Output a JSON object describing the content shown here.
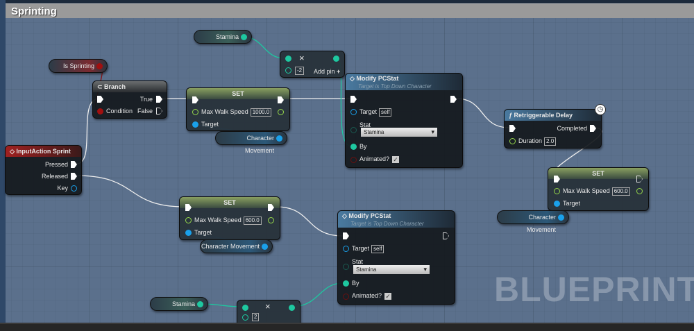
{
  "comment": {
    "title": "Sprinting"
  },
  "watermark": "BLUEPRINT",
  "colors": {
    "exec": "#ffffff",
    "float": "#96d84a",
    "object": "#1aa0ea",
    "bool": "#a01010",
    "byte": "#1ec8a0",
    "canvas": "#5b708c"
  },
  "vars": {
    "stamina": "Stamina",
    "is_sprinting": "Is Sprinting",
    "char_move": "Character Movement"
  },
  "branch": {
    "title": "Branch",
    "true": "True",
    "false": "False",
    "condition": "Condition"
  },
  "input_action": {
    "title": "InputAction Sprint",
    "pressed": "Pressed",
    "released": "Released",
    "key": "Key"
  },
  "set_nodes": [
    {
      "title": "SET",
      "label": "Max Walk Speed",
      "value": "1000.0",
      "target": "Target"
    },
    {
      "title": "SET",
      "label": "Max Walk Speed",
      "value": "600.0",
      "target": "Target"
    },
    {
      "title": "SET",
      "label": "Max Walk Speed",
      "value": "600.0",
      "target": "Target"
    }
  ],
  "multiply": [
    {
      "value": "-2",
      "add_pin": "Add pin",
      "op": "×"
    },
    {
      "value": "2",
      "op": "×"
    }
  ],
  "modify": [
    {
      "title": "Modify PCStat",
      "subtitle": "Target is Top Down Character",
      "target": "Target",
      "target_val": "self",
      "stat": "Stat",
      "stat_val": "Stamina",
      "by": "By",
      "animated": "Animated?"
    },
    {
      "title": "Modify PCStat",
      "subtitle": "Target is Top Down Character",
      "target": "Target",
      "target_val": "self",
      "stat": "Stat",
      "stat_val": "Stamina",
      "by": "By",
      "animated": "Animated?"
    }
  ],
  "delay": {
    "title": "Retriggerable Delay",
    "completed": "Completed",
    "duration": "Duration",
    "duration_val": "2.0"
  }
}
